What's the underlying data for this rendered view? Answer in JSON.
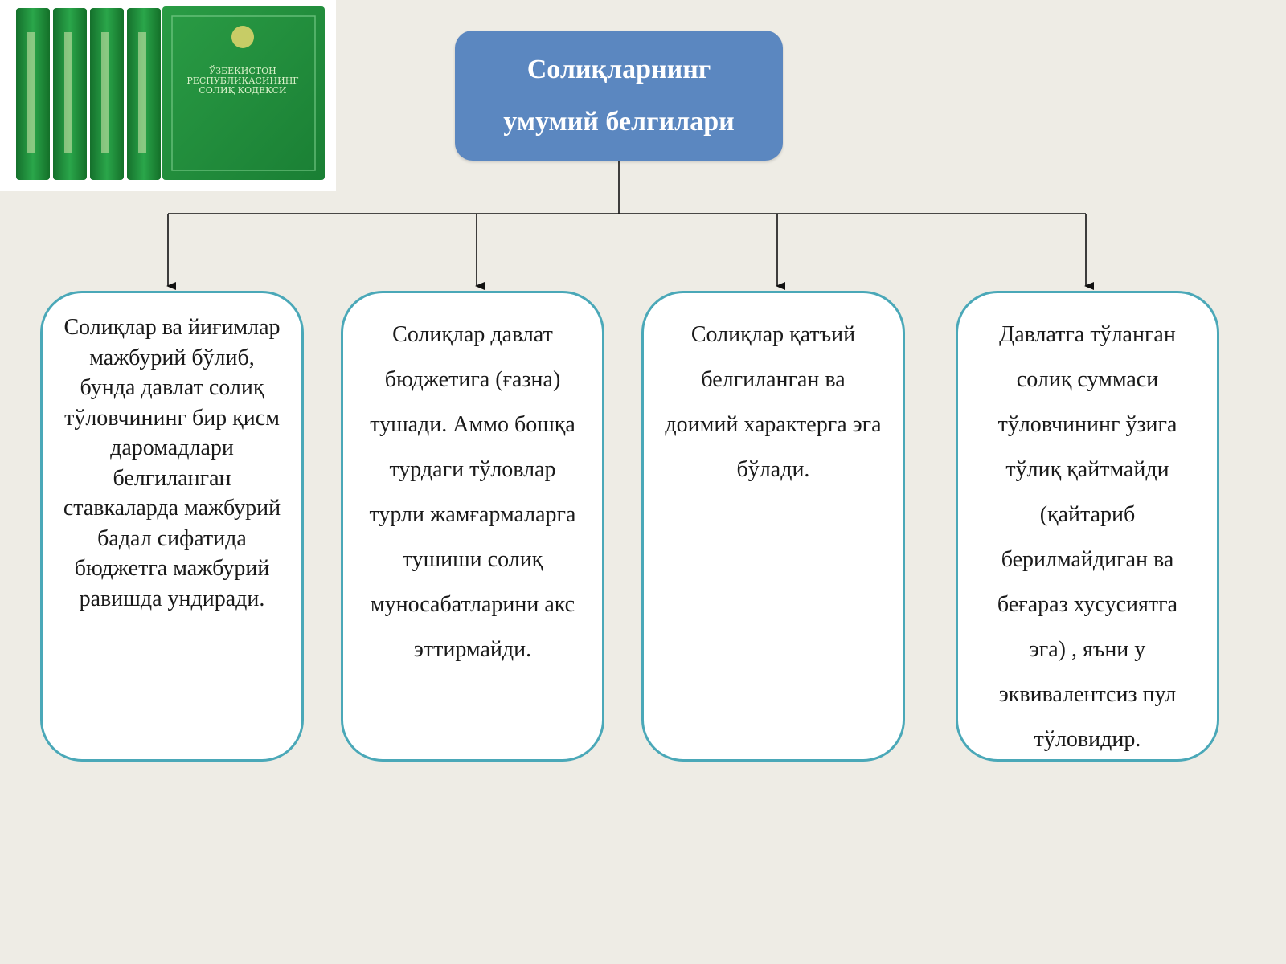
{
  "title": {
    "line1": "Солиқларнинг",
    "line2": "умумий белгилари"
  },
  "cards": [
    {
      "text": "Солиқлар ва йиғимлар мажбурий бўлиб, бунда давлат солиқ тўловчининг бир қисм даромадлари белгиланган ставкаларда мажбурий бадал сифатида бюджетга мажбурий равишда ундиради."
    },
    {
      "text": "Солиқлар давлат бюджетига (ғазна) тушади. Аммо бошқа турдаги тўловлар турли жамғармаларга тушиши солиқ муносабатларини акс эттирмайди."
    },
    {
      "text": "Солиқлар қатъий белгиланган ва доимий характерга эга бўлади."
    },
    {
      "text": "Давлатга тўланган солиқ суммаси тўловчининг ўзига тўлиқ қайтмайди (қайтариб берилмайдиган ва беғараз хусусиятга эга) , яъни у эквивалентсиз пул тўловидир."
    }
  ],
  "image": {
    "book_cover_lines": [
      "ЎЗБЕКИСТОН",
      "РЕСПУБЛИКАСИНИНГ",
      "СОЛИҚ КОДЕКСИ"
    ],
    "book_color": "#1f8f3a"
  },
  "colors": {
    "title_fill": "#5b87c0",
    "card_border": "#4aa8b8",
    "background": "#eeece5"
  }
}
